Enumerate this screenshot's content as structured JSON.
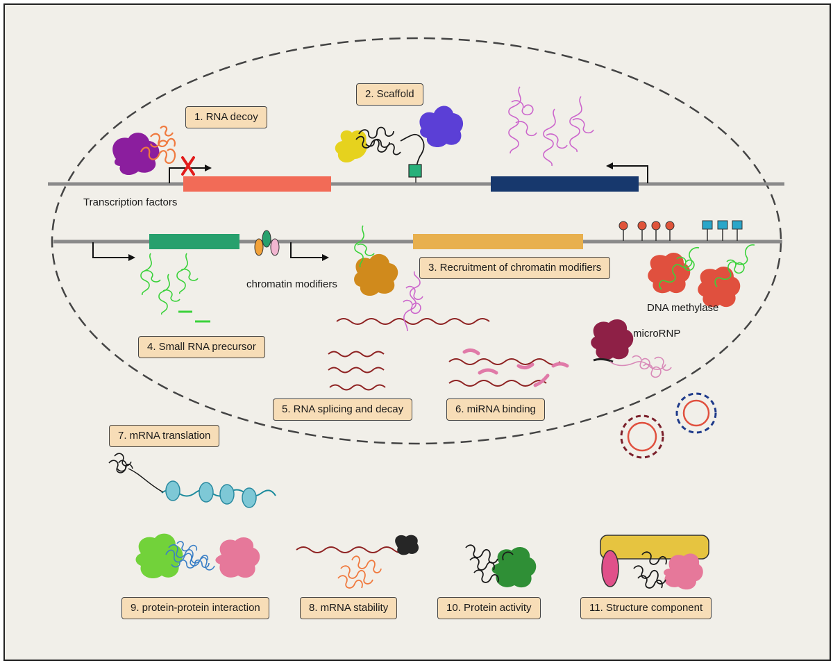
{
  "labels": {
    "rna_decoy": "1. RNA decoy",
    "scaffold": "2. Scaffold",
    "recruitment": "3. Recruitment of chromatin modifiers",
    "small_rna": "4. Small RNA precursor",
    "splicing": "5. RNA splicing and decay",
    "mirna": "6. miRNA binding",
    "translation": "7. mRNA translation",
    "stability": "8. mRNA stability",
    "ppi": "9. protein-protein interaction",
    "protein_activity": "10. Protein activity",
    "structure": "11. Structure component"
  },
  "annotations": {
    "transcription_factors": "Transcription factors",
    "chromatin_modifiers": "chromatin modifiers",
    "dna_methylase": "DNA methylase",
    "micro_rnp": "microRNP"
  },
  "colors": {
    "background": "#f1efe9",
    "label_fill": "#f7ddb7",
    "dna_line": "#8a8a8a",
    "gene_red": "#f26b57",
    "gene_navy": "#17386d",
    "gene_green": "#27a06d",
    "gene_gold": "#e8b04e",
    "lncrna_pink": "#cc66cc",
    "lncrna_green": "#3bd23b",
    "mrna_darkred": "#8e2222"
  }
}
